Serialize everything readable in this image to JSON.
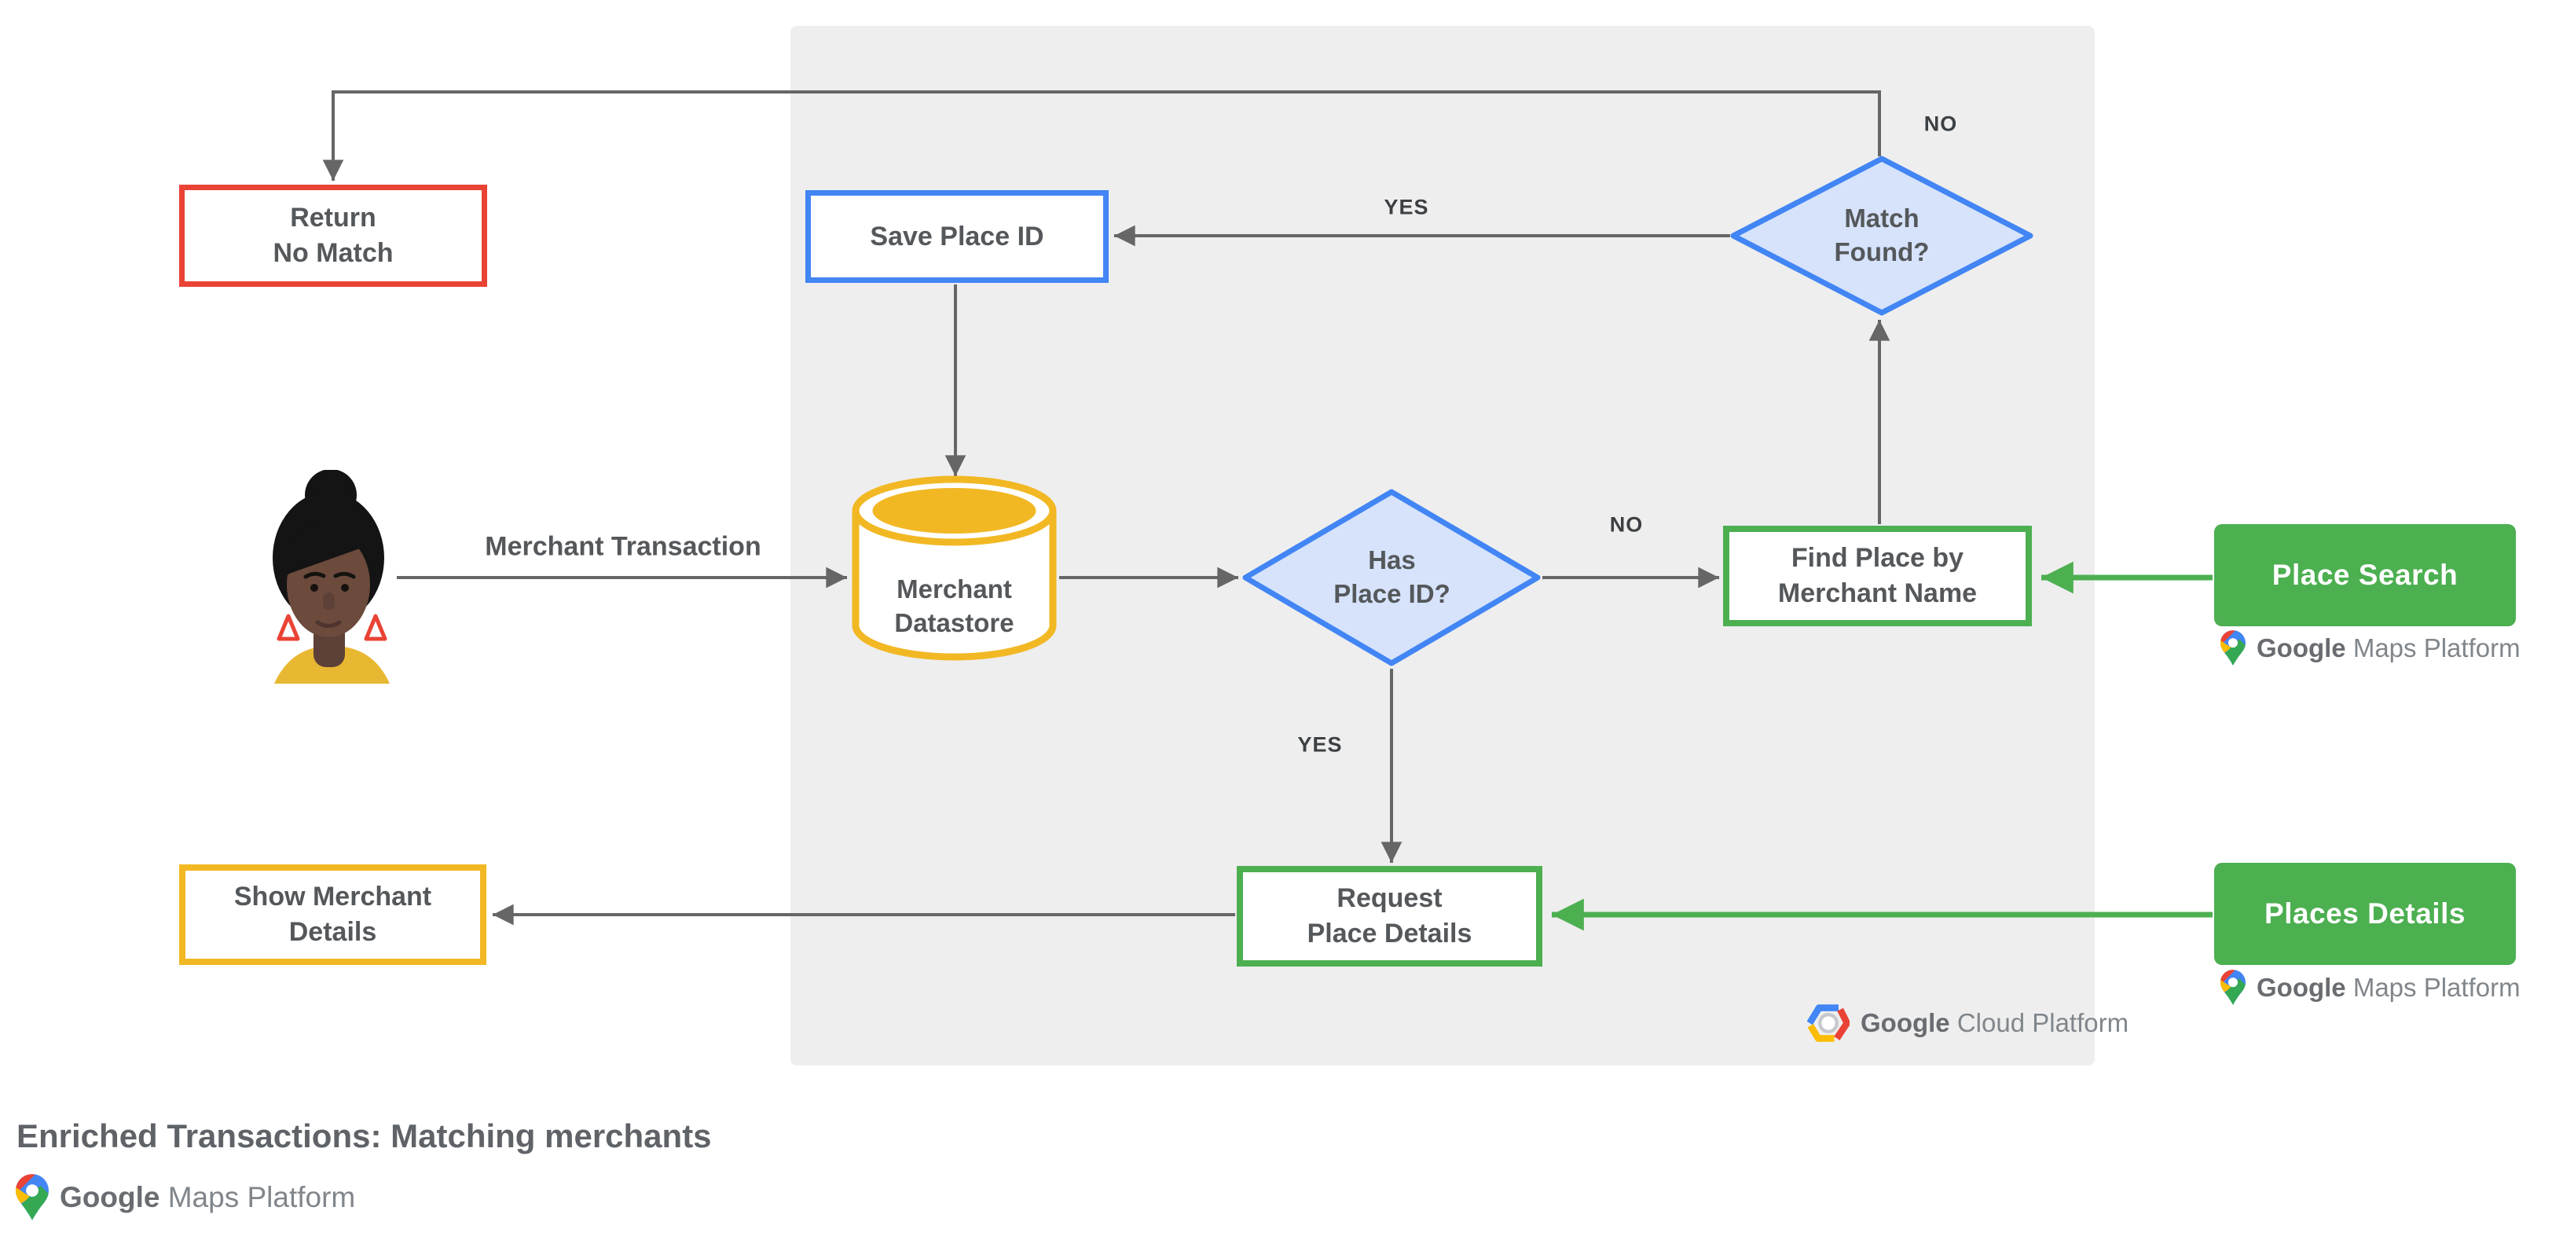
{
  "title": "Enriched Transactions: Matching merchants",
  "nodes": {
    "return_no_match": {
      "label": "Return\nNo Match"
    },
    "save_place_id": {
      "label": "Save Place ID"
    },
    "match_found": {
      "label": "Match\nFound?"
    },
    "merchant_datastore": {
      "label": "Merchant\nDatastore"
    },
    "has_place_id": {
      "label": "Has\nPlace ID?"
    },
    "find_place": {
      "label": "Find Place by\nMerchant Name"
    },
    "request_place_details": {
      "label": "Request\nPlace Details"
    },
    "show_merchant_details": {
      "label": "Show Merchant\nDetails"
    },
    "place_search": {
      "label": "Place Search"
    },
    "places_details": {
      "label": "Places Details"
    }
  },
  "edge_labels": {
    "no_match_loop": "NO",
    "yes_save": "YES",
    "no_find": "NO",
    "yes_request": "YES",
    "merchant_transaction": "Merchant Transaction"
  },
  "logos": {
    "maps_platform_search": {
      "brand": "Google",
      "product": "Maps Platform"
    },
    "maps_platform_details": {
      "brand": "Google",
      "product": "Maps Platform"
    },
    "cloud_platform": {
      "brand": "Google",
      "product": "Cloud Platform"
    },
    "maps_platform_footer": {
      "brand": "Google",
      "product": "Maps Platform"
    }
  },
  "colors": {
    "red": "#E94335",
    "blue": "#4285F4",
    "blue_fill": "#D6E3FB",
    "yellow": "#F2B824",
    "green": "#4CAF50",
    "arrow_gray": "#666666",
    "panel_gray": "#EEEEEE",
    "label_text": "#55585B"
  }
}
